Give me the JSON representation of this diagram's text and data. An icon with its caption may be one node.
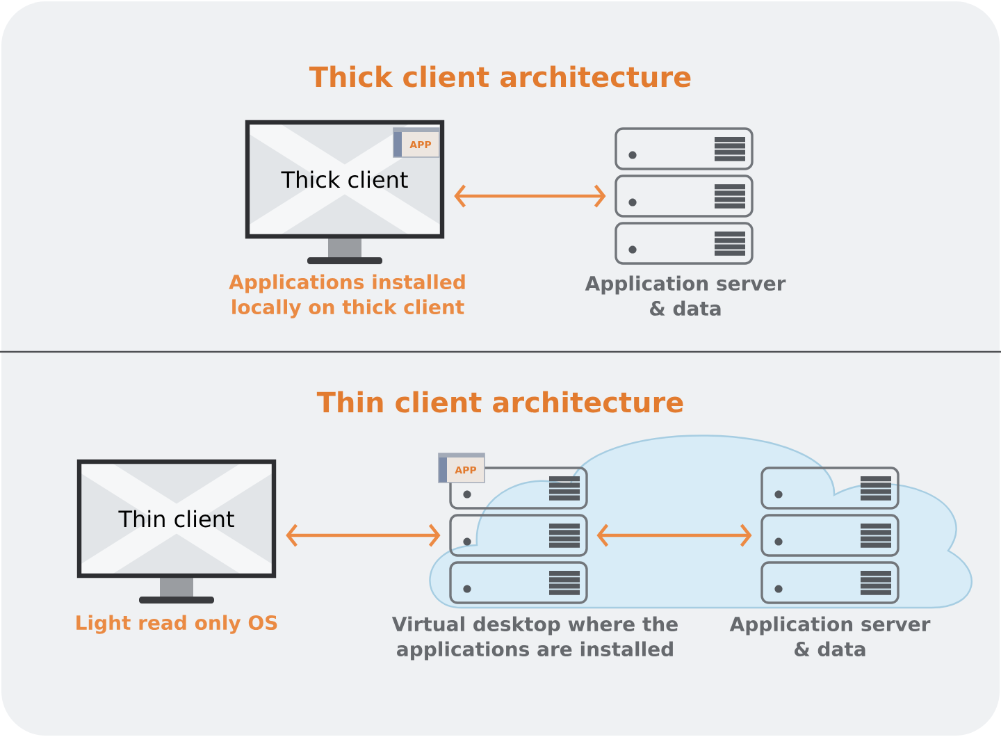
{
  "diagram": {
    "nodes": [
      {
        "text": [
          "Thick client"
        ],
        "beside": [
          "Applications installed locally on thick client"
        ]
      },
      {
        "text": [],
        "shape": "picture",
        "beside": [
          "Application server & data"
        ]
      },
      {
        "text": [
          "Thin client"
        ],
        "beside": [
          "Light read only OS"
        ]
      },
      {
        "text": [],
        "shape": "picture",
        "beside": [
          "Virtual desktop where the applications are installed"
        ]
      },
      {
        "text": [],
        "shape": "picture",
        "beside": [
          "Application server & data"
        ]
      }
    ],
    "edges": [
      {
        "from": 0,
        "to": 1,
        "arrow": "both"
      },
      {
        "from": 2,
        "to": 3,
        "arrow": "both"
      },
      {
        "from": 3,
        "to": 4,
        "arrow": "both"
      }
    ],
    "labels": [
      "Thick client architecture",
      "APP",
      "Thin client architecture",
      "APP"
    ]
  }
}
